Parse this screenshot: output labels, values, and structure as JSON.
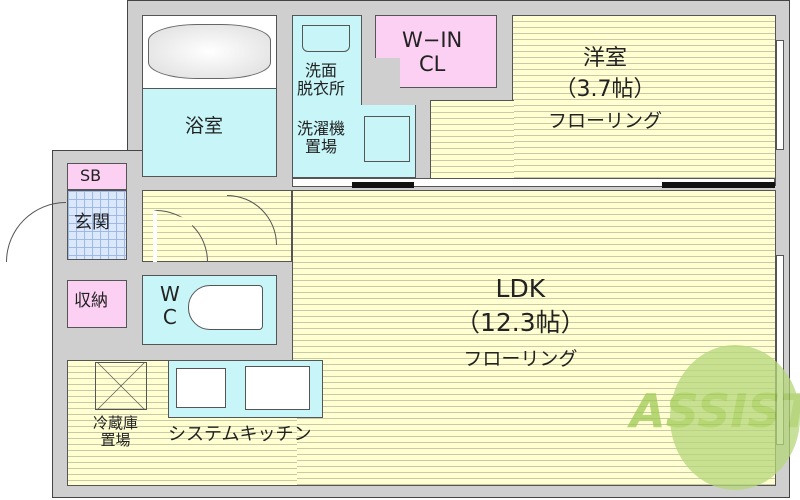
{
  "rooms": {
    "bath": "浴室",
    "washroom_1": "洗面",
    "washroom_2": "脱衣所",
    "washer_1": "洗濯機",
    "washer_2": "置場",
    "wic_1": "W−IN",
    "wic_2": "CL",
    "western_1": "洋室",
    "western_2": "（3.7帖）",
    "western_3": "フローリング",
    "sb": "SB",
    "entrance": "玄関",
    "storage": "収納",
    "wc_1": "W",
    "wc_2": "C",
    "ldk_1": "LDK",
    "ldk_2": "（12.3帖）",
    "ldk_3": "フローリング",
    "fridge_1": "冷蔵庫",
    "fridge_2": "置場",
    "kitchen": "システムキッチン"
  },
  "logo": {
    "text": "ASSIST",
    "color": "#a8cf5a",
    "accent": "#e88a7a"
  },
  "colors": {
    "floor": "#ffffd2",
    "wet": "#c8f6f8",
    "closet": "#fbd0f2",
    "wall": "#cfcfcf"
  }
}
